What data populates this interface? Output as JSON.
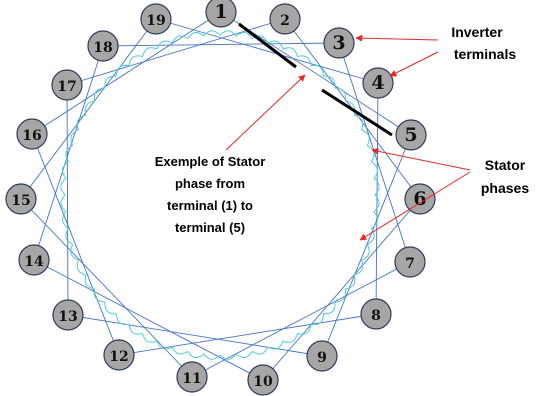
{
  "terminals": [
    "1",
    "2",
    "3",
    "4",
    "5",
    "6",
    "7",
    "8",
    "9",
    "10",
    "11",
    "12",
    "13",
    "14",
    "15",
    "16",
    "17",
    "18",
    "19"
  ],
  "annotations": {
    "inverter": [
      "Inverter",
      "terminals"
    ],
    "stator": [
      "Stator",
      "phases"
    ],
    "example": [
      "Exemple of Stator",
      "phase from",
      "terminal (1) to",
      "terminal (5)"
    ]
  },
  "colors": {
    "node_fill": "#a6a6a6",
    "node_stroke": "#2f3c57",
    "phase_line": "#4472c4",
    "coil": "#4fcbd6",
    "arrow": "#e32a2a",
    "highlight": "#000000"
  }
}
